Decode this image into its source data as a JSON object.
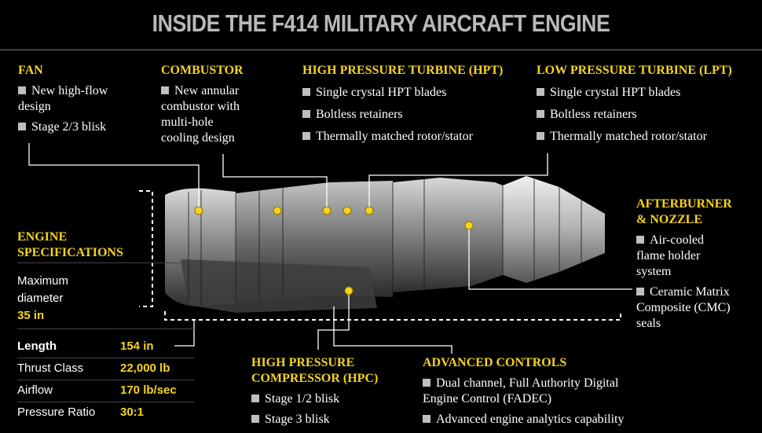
{
  "title": "INSIDE THE F414 MILITARY AIRCRAFT ENGINE",
  "colors": {
    "accent": "#f7d31d",
    "bullet": "#bfbfbf",
    "background": "#000000"
  },
  "sections": {
    "fan": {
      "heading": "FAN",
      "items": [
        "New high-flow",
        "design",
        "Stage 2/3 blisk"
      ]
    },
    "combustor": {
      "heading": "COMBUSTOR",
      "items": [
        "New annular",
        "combustor with",
        "multi-hole",
        "cooling design"
      ]
    },
    "hpt": {
      "heading": "HIGH PRESSURE TURBINE (HPT)",
      "items": [
        "Single crystal HPT blades",
        "Boltless retainers",
        "Thermally matched rotor/stator"
      ]
    },
    "lpt": {
      "heading": "LOW PRESSURE TURBINE (LPT)",
      "items": [
        "Single crystal HPT blades",
        "Boltless retainers",
        "Thermally matched rotor/stator"
      ]
    },
    "afterburner": {
      "heading_1": "AFTERBURNER",
      "heading_2": "& NOZZLE",
      "items": [
        "Air-cooled",
        "flame holder",
        "system",
        "Ceramic Matrix",
        "Composite (CMC)",
        "seals"
      ]
    },
    "hpc": {
      "heading_1": "HIGH PRESSURE",
      "heading_2": "COMPRESSOR (HPC)",
      "items": [
        "Stage 1/2 blisk",
        "Stage 3 blisk"
      ]
    },
    "controls": {
      "heading": "ADVANCED CONTROLS",
      "items": [
        "Dual channel, Full Authority Digital",
        "Engine Control (FADEC)",
        "Advanced engine analytics capability"
      ]
    },
    "specs": {
      "heading_1": "ENGINE",
      "heading_2": "SPECIFICATIONS",
      "max_diameter_label_1": "Maximum",
      "max_diameter_label_2": "diameter",
      "max_diameter_value": "35 in",
      "rows": [
        {
          "label": "Length",
          "value": "154 in"
        },
        {
          "label": "Thrust Class",
          "value": "22,000 lb"
        },
        {
          "label": "Airflow",
          "value": "170 lb/sec"
        },
        {
          "label": "Pressure Ratio",
          "value": "30:1"
        }
      ]
    }
  }
}
